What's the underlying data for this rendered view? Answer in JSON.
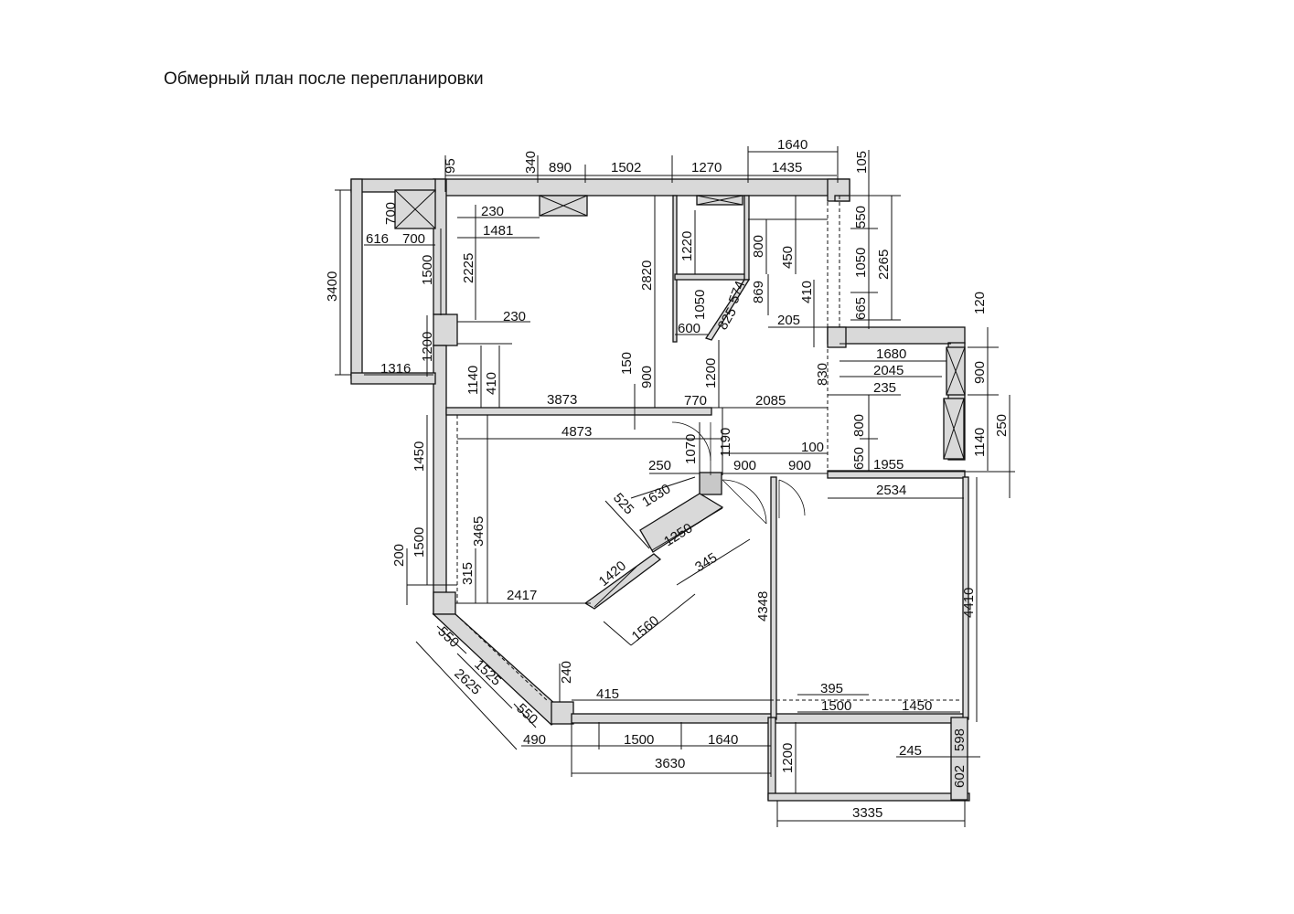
{
  "title": "Обмерный план после перепланировки",
  "colors": {
    "wall_fill": "#d9d9d9",
    "line": "#111111",
    "background": "#ffffff"
  },
  "dimensions": [
    "95",
    "340",
    "890",
    "1502",
    "1270",
    "1640",
    "1435",
    "105",
    "230",
    "1481",
    "700",
    "616",
    "700",
    "1500",
    "2225",
    "3400",
    "2820",
    "1220",
    "800",
    "450",
    "869",
    "574",
    "1050",
    "825",
    "600",
    "410",
    "205",
    "550",
    "1050",
    "2265",
    "665",
    "230",
    "1200",
    "1316",
    "1140",
    "410",
    "3873",
    "150",
    "900",
    "1200",
    "770",
    "2085",
    "830",
    "120",
    "1680",
    "2045",
    "235",
    "900",
    "4873",
    "1070",
    "1190",
    "100",
    "800",
    "650",
    "1955",
    "1140",
    "250",
    "1450",
    "250",
    "900",
    "900",
    "2534",
    "1630",
    "525",
    "3465",
    "1500",
    "200",
    "1250",
    "1420",
    "345",
    "315",
    "2417",
    "1560",
    "4348",
    "4410",
    "550",
    "1525",
    "240",
    "2625",
    "415",
    "395",
    "1500",
    "1450",
    "550",
    "490",
    "1500",
    "1640",
    "245",
    "598",
    "1200",
    "3630",
    "602",
    "3335"
  ]
}
